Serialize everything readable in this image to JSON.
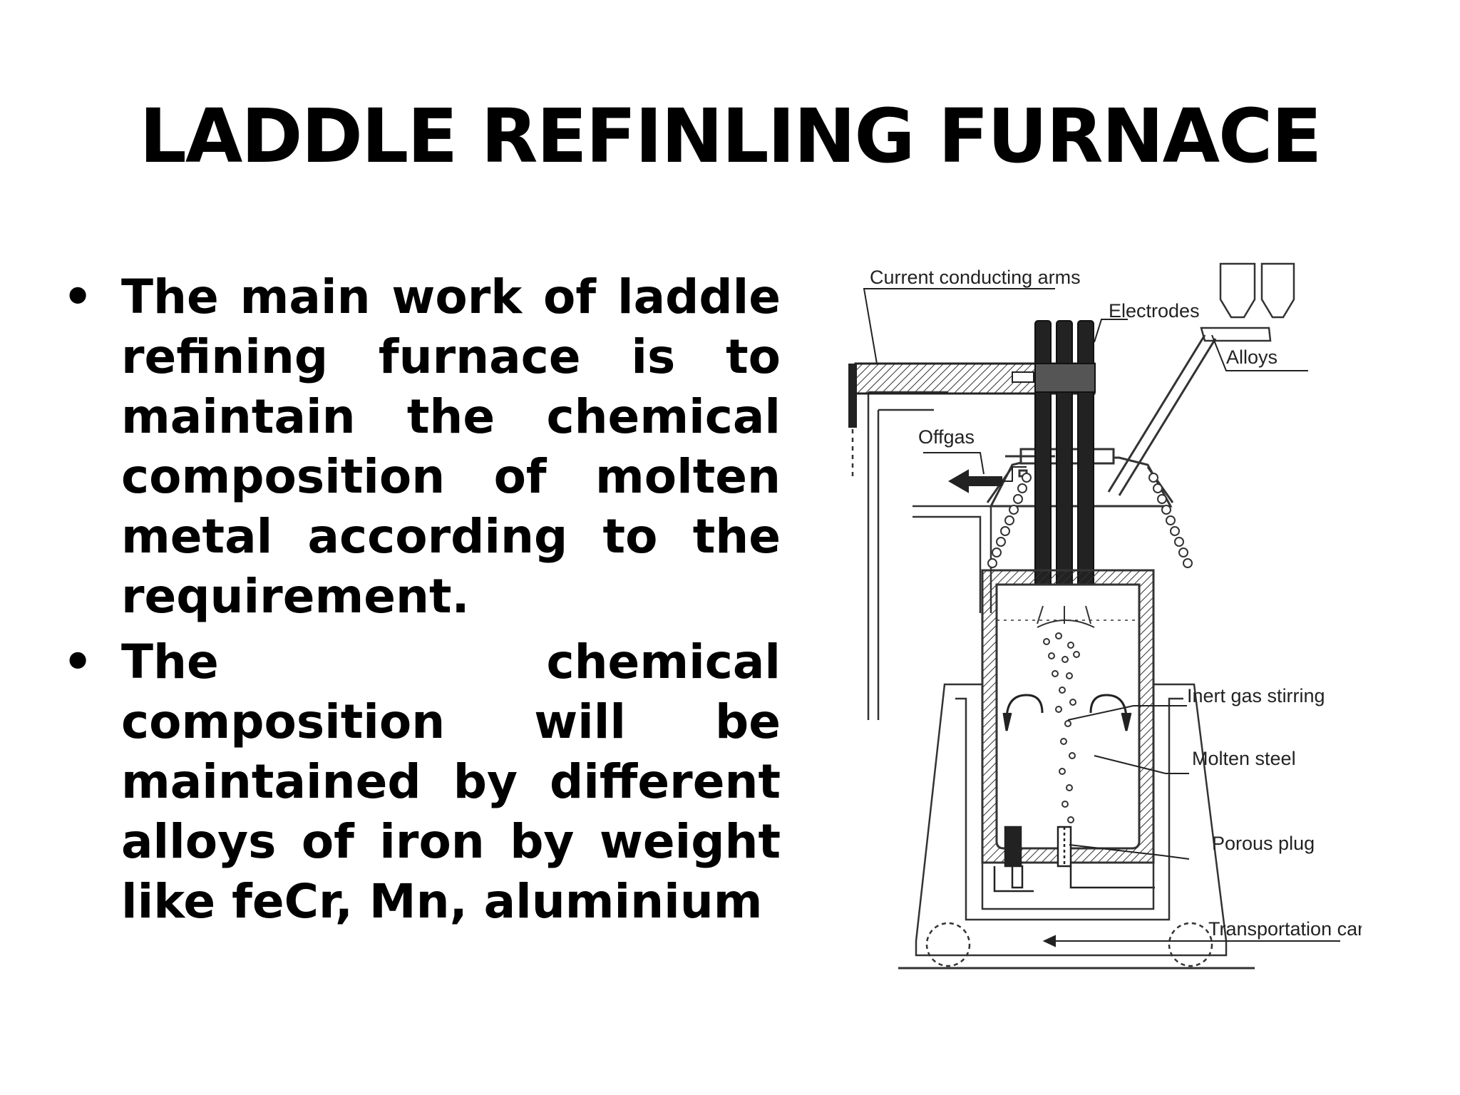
{
  "title": "LADDLE REFINLING FURNACE",
  "bullets": [
    {
      "text": "The main work of laddle refining furnace is to maintain the chemical composition of molten metal according to the requirement."
    },
    {
      "text": "The chemical composition will be maintained by different alloys of iron by weight like feCr, Mn, aluminium"
    }
  ],
  "diagram": {
    "labels": {
      "current_arms": "Current conducting arms",
      "electrodes": "Electrodes",
      "alloys": "Alloys",
      "offgas": "Offgas",
      "inert_gas": "Inert gas stirring",
      "molten_steel": "Molten steel",
      "porous_plug": "Porous plug",
      "transport_car": "Transportation car"
    }
  }
}
